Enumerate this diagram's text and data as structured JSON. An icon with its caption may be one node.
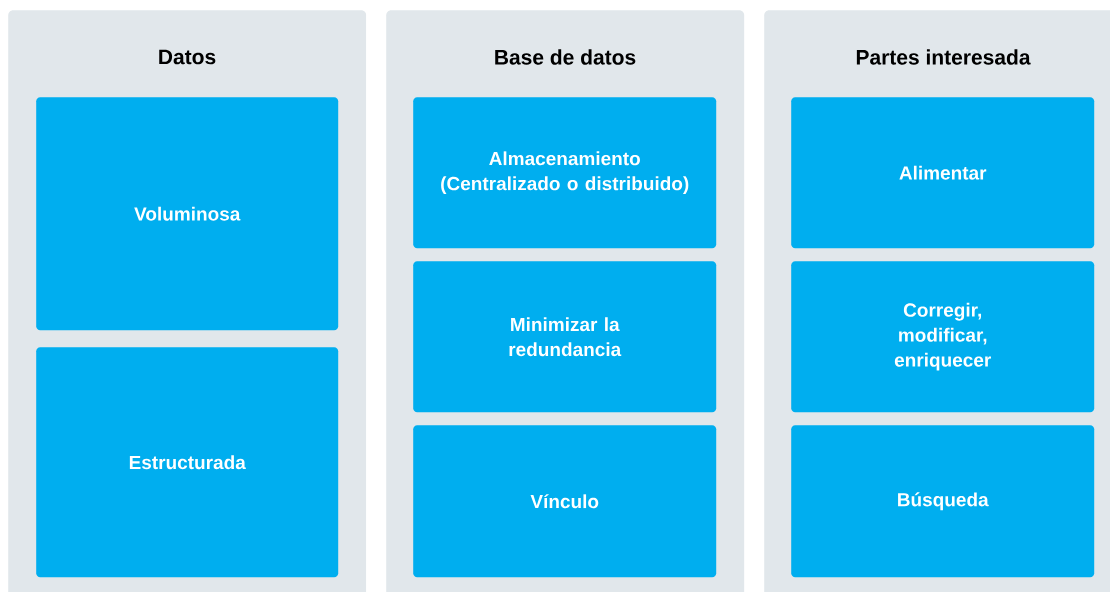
{
  "diagram": {
    "nodes": [
      {
        "text": [
          "Datos"
        ]
      },
      {
        "text": [
          "Voluminosa"
        ],
        "in": 0
      },
      {
        "text": [
          "Estructurada"
        ],
        "in": 0
      },
      {
        "text": [
          "Base de datos"
        ]
      },
      {
        "text": [
          "Almacenamiento (Centralizado o distribuido)"
        ],
        "in": 3
      },
      {
        "text": [
          "Minimizar la redundancia"
        ],
        "in": 3
      },
      {
        "text": [
          "Vínculo"
        ],
        "in": 3
      },
      {
        "text": [
          "Partes interesada"
        ]
      },
      {
        "text": [
          "Alimentar"
        ],
        "in": 7
      },
      {
        "text": [
          "Corregir, modificar, enriquecer"
        ],
        "in": 7
      },
      {
        "text": [
          "Búsqueda"
        ],
        "in": 7
      }
    ]
  }
}
